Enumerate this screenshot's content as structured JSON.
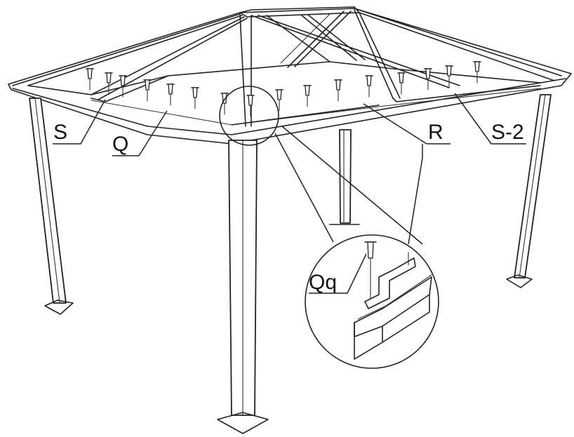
{
  "labels": {
    "s": "S",
    "q": "Q",
    "r": "R",
    "s2": "S-2",
    "qq": "Qq"
  },
  "colors": {
    "line": "#222222",
    "background": "#ffffff"
  }
}
